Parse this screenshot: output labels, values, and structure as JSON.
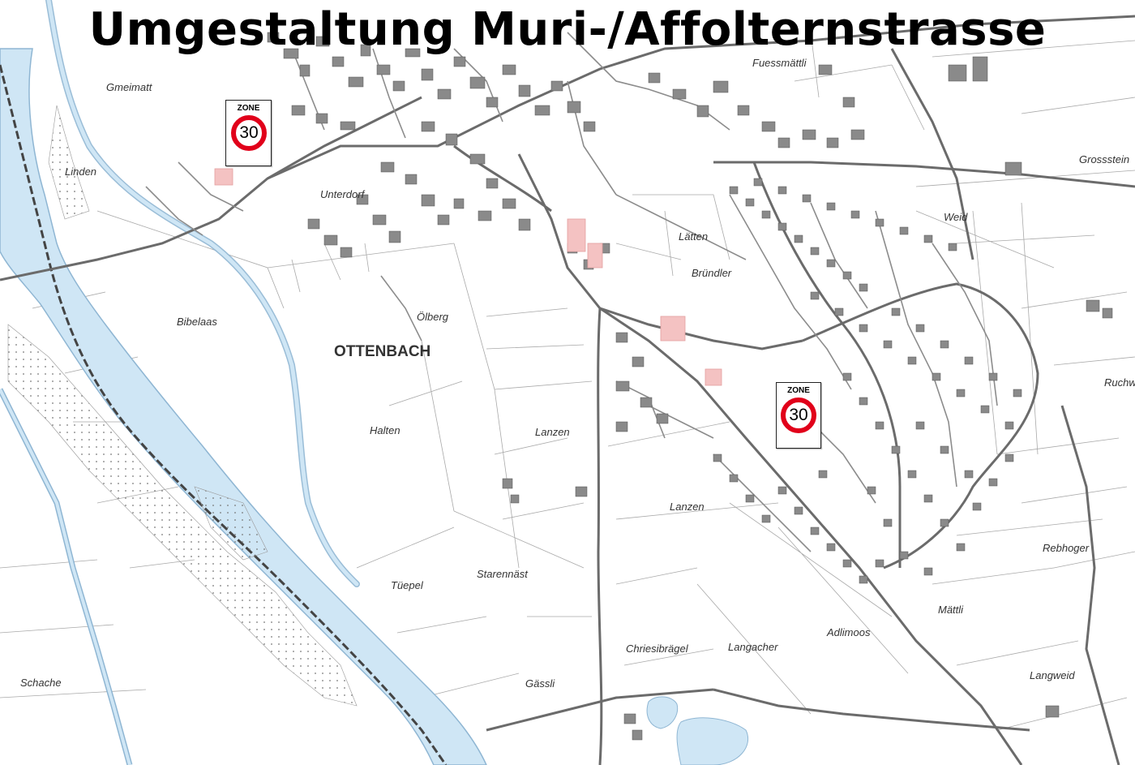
{
  "title": "Umgestaltung Muri-/Affolternstrasse",
  "places": {
    "ottenbach": "OTTENBACH",
    "gmeimatt": "Gmeimatt",
    "linden": "Linden",
    "unterdorf": "Unterdorf",
    "fuessmaettli": "Fuessmättli",
    "grossstein": "Grossstein",
    "weid": "Weid",
    "laetten": "Lätten",
    "bruendler": "Bründler",
    "oelberg": "Ölberg",
    "bibelaas": "Bibelaas",
    "halten": "Halten",
    "lanzen_north": "Lanzen",
    "lanzen_south": "Lanzen",
    "ruchw": "Ruchw",
    "rebhoger": "Rebhoger",
    "maettli": "Mättli",
    "adlimoos": "Adlimoos",
    "tuepel": "Tüepel",
    "starennaest": "Starennäst",
    "chriesibraegel": "Chriesibrägel",
    "langacher": "Langacher",
    "gaessli": "Gässli",
    "schache": "Schache",
    "langweid": "Langweid"
  },
  "signs": [
    {
      "zone": "ZONE",
      "limit": "30"
    },
    {
      "zone": "ZONE",
      "limit": "30"
    }
  ],
  "colors": {
    "water": "#cfe6f5",
    "water_edge": "#8fb6d3",
    "roads": "#666666",
    "buildings": "#8a8a8a",
    "parcels": "#9a9a9a",
    "sign_red": "#e1001a",
    "highlight": "#f4c2c2"
  }
}
